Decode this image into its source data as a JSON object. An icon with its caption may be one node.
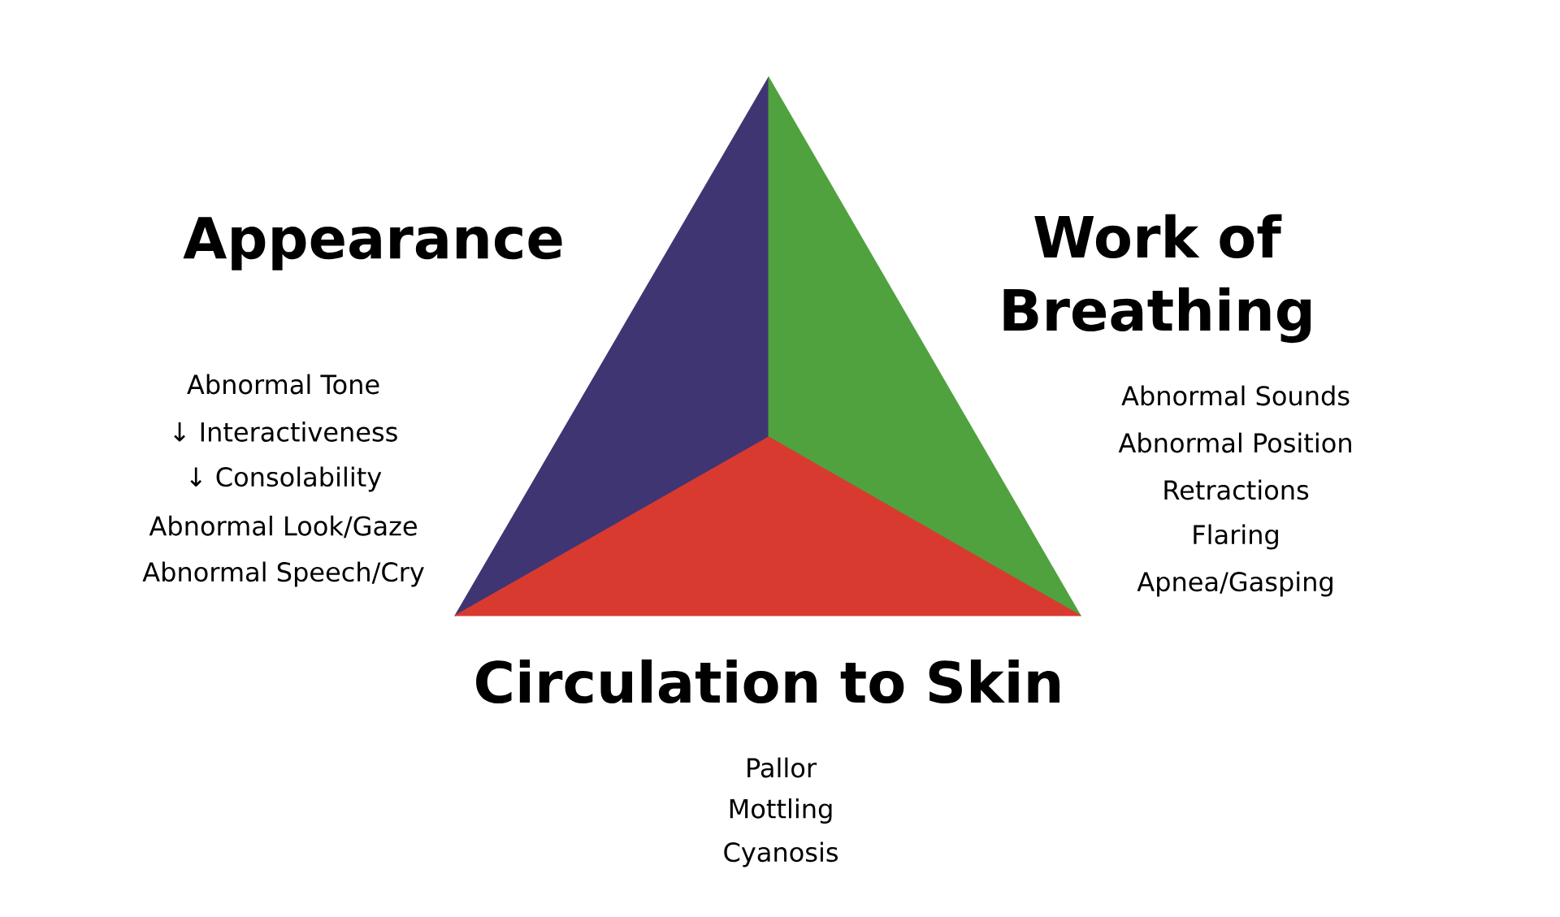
{
  "diagram": {
    "nodes": [
      {
        "text": [
          "Appearance"
        ],
        "beside": [
          "Abnormal Tone",
          "↓ Interactiveness",
          "↓ Consolability",
          "Abnormal Look/Gaze",
          "Abnormal Speech/Cry"
        ]
      },
      {
        "text": [
          "Work of Breathing"
        ],
        "beside": [
          "Abnormal Sounds",
          "Abnormal Position",
          "Retractions",
          "Flaring",
          "Apnea/Gasping"
        ]
      },
      {
        "text": [
          "Circulation to Skin"
        ],
        "beside": [
          "Pallor",
          "Mottling",
          "Cyanosis"
        ]
      }
    ]
  }
}
